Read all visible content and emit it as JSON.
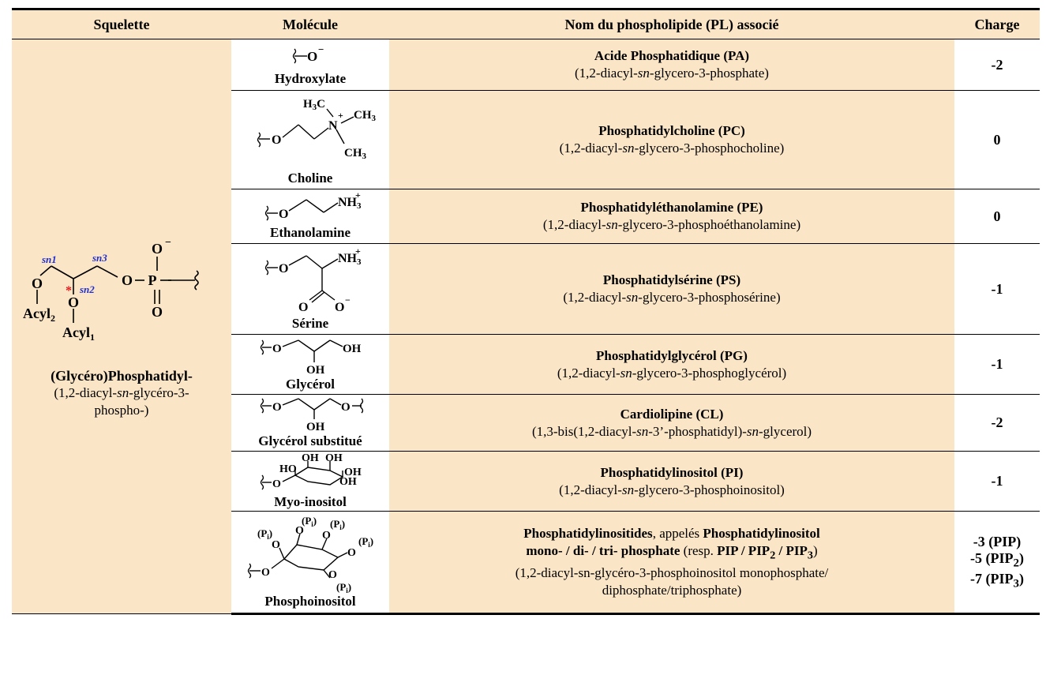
{
  "headers": {
    "skeleton": "Squelette",
    "molecule": "Molécule",
    "pl_name": "Nom du phospholipide (PL) associé",
    "charge": "Charge"
  },
  "skeleton": {
    "name": "(Glycéro)Phosphatidyl-",
    "sub": "(1,2-diacyl-sn-glycéro-3-phospho-)",
    "labels": {
      "sn1": "sn1",
      "sn2": "sn2",
      "sn3": "sn3",
      "acyl1": "Acyl",
      "acyl1_sub": "1",
      "acyl2": "Acyl",
      "acyl2_sub": "2",
      "o": "O",
      "p": "P",
      "minus": "−",
      "star": "*"
    }
  },
  "rows": [
    {
      "molecule": "Hydroxylate",
      "pl_name": "Acide Phosphatidique (PA)",
      "pl_sub_pre": "(1,2-diacyl-",
      "pl_sub_it": "sn",
      "pl_sub_post": "-glycero-3-phosphate)",
      "charge": "-2"
    },
    {
      "molecule": "Choline",
      "pl_name": "Phosphatidylcholine (PC)",
      "pl_sub_pre": "(1,2-diacyl-",
      "pl_sub_it": "sn",
      "pl_sub_post": "-glycero-3-phosphocholine)",
      "charge": "0"
    },
    {
      "molecule": "Ethanolamine",
      "pl_name": "Phosphatidyléthanolamine (PE)",
      "pl_sub_pre": "(1,2-diacyl-",
      "pl_sub_it": "sn",
      "pl_sub_post": "-glycero-3-phosphoéthanolamine)",
      "charge": "0"
    },
    {
      "molecule": "Sérine",
      "pl_name": "Phosphatidylsérine (PS)",
      "pl_sub_pre": "(1,2-diacyl-",
      "pl_sub_it": "sn",
      "pl_sub_post": "-glycero-3-phosphosérine)",
      "charge": "-1"
    },
    {
      "molecule": "Glycérol",
      "pl_name": "Phosphatidylglycérol (PG)",
      "pl_sub_pre": "(1,2-diacyl-",
      "pl_sub_it": "sn",
      "pl_sub_post": "-glycero-3-phosphoglycérol)",
      "charge": "-1"
    },
    {
      "molecule": "Glycérol substitué",
      "pl_name": "Cardiolipine (CL)",
      "pl_sub_pre": "(1,3-bis(1,2-diacyl-",
      "pl_sub_it": "sn",
      "pl_sub_post": "-3’-phosphatidyl)-",
      "pl_sub_it2": "sn",
      "pl_sub_post2": "-glycerol)",
      "charge": "-2"
    },
    {
      "molecule": "Myo-inositol",
      "pl_name": "Phosphatidylinositol (PI)",
      "pl_sub_pre": "(1,2-diacyl-",
      "pl_sub_it": "sn",
      "pl_sub_post": "-glycero-3-phosphoinositol)",
      "charge": "-1"
    }
  ],
  "last_row": {
    "molecule": "Phosphoinositol",
    "line1_b": "Phosphatidylinositides",
    "line1_n": ", appelés ",
    "line1_b2": "Phosphatidylinositol",
    "line2_b": "mono- / di- / tri- phosphate",
    "line2_n": " (resp. ",
    "line2_b2": "PIP / PIP",
    "line2_sub1": "2",
    "line2_b3": " / PIP",
    "line2_sub2": "3",
    "line2_n2": ")",
    "line3": "(1,2-diacyl-sn-glycéro-3-phosphoinositol monophosphate/",
    "line4": "diphosphate/triphosphate)",
    "charges": [
      {
        "pre": "-3 (PIP)",
        "sub": "",
        "post": ""
      },
      {
        "pre": "-5 (PIP",
        "sub": "2",
        "post": ")"
      },
      {
        "pre": "-7 (PIP",
        "sub": "3",
        "post": ")"
      }
    ]
  },
  "chem": {
    "o": "O",
    "o_minus": "O",
    "minus": "−",
    "plus": "+",
    "nh3": "NH",
    "nh3_sub": "3",
    "ch3": "CH",
    "ch3_sub": "3",
    "h3c": "H",
    "h3c_sub": "3",
    "h3c_c": "C",
    "n": "N",
    "oh": "OH",
    "ho": "HO",
    "pi": "(P",
    "pi_sub": "i",
    "pi_close": ")"
  },
  "colors": {
    "header_bg": "#fbe5c7",
    "sn_label": "#1f2fd1",
    "star": "#e0191b"
  }
}
